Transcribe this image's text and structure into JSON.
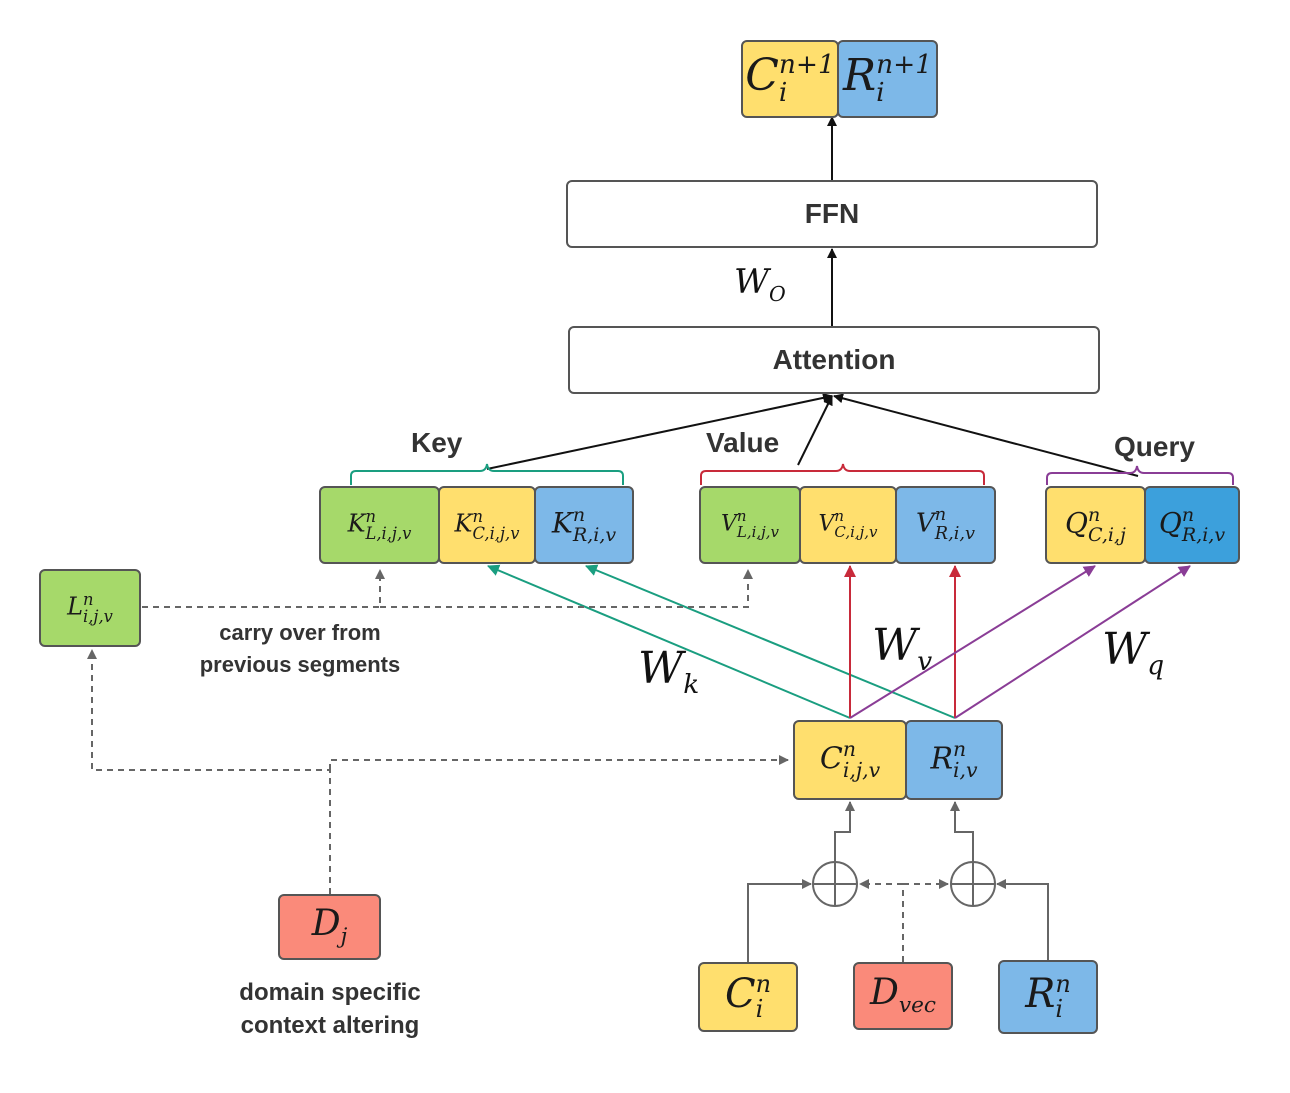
{
  "blocks": {
    "ffn": "FFN",
    "attention": "Attention"
  },
  "groups": {
    "key": "Key",
    "value": "Value",
    "query": "Query"
  },
  "annotations": {
    "carry_over_line1": "carry over from",
    "carry_over_line2": "previous  segments",
    "domain_line1": "domain specific",
    "domain_line2": "context altering"
  },
  "weights": {
    "wo": {
      "base": "W",
      "sub": "O"
    },
    "wk": {
      "base": "W",
      "sub": "k"
    },
    "wv": {
      "base": "W",
      "sub": "v"
    },
    "wq": {
      "base": "W",
      "sub": "q"
    }
  },
  "nodes": {
    "out_c": {
      "base": "C",
      "sub": "i",
      "sup": "n+1"
    },
    "out_r": {
      "base": "R",
      "sub": "i",
      "sup": "n+1"
    },
    "k_l": {
      "base": "K",
      "sub": "L,i,j,v",
      "sup": "n"
    },
    "k_c": {
      "base": "K",
      "sub": "C,i,j,v",
      "sup": "n"
    },
    "k_r": {
      "base": "K",
      "sub": "R,i,v",
      "sup": "n"
    },
    "v_l": {
      "base": "V",
      "sub": "L,i,j,v",
      "sup": "n"
    },
    "v_c": {
      "base": "V",
      "sub": "C,i,j,v",
      "sup": "n"
    },
    "v_r": {
      "base": "V",
      "sub": "R,i,v",
      "sup": "n"
    },
    "q_c": {
      "base": "Q",
      "sub": "C,i,j",
      "sup": "n"
    },
    "q_r": {
      "base": "Q",
      "sub": "R,i,v",
      "sup": "n"
    },
    "l": {
      "base": "L",
      "sub": "i,j,v",
      "sup": "n"
    },
    "c_mid": {
      "base": "C",
      "sub": "i,j,v",
      "sup": "n"
    },
    "r_mid": {
      "base": "R",
      "sub": "i,v",
      "sup": "n"
    },
    "d_j": {
      "base": "D",
      "sub": "j",
      "sup": ""
    },
    "c_in": {
      "base": "C",
      "sub": "i",
      "sup": "n"
    },
    "d_vec": {
      "base": "D",
      "sub": "vec",
      "sup": ""
    },
    "r_in": {
      "base": "R",
      "sub": "i",
      "sup": "n"
    }
  },
  "colors": {
    "green": "#a6d96a",
    "yellow": "#ffdf6e",
    "blue": "#7db8e8",
    "blue_dark": "#3ca0dc",
    "red": "#fa8a7a",
    "key_bracket": "#1a9e80",
    "value_bracket": "#c82a3a",
    "query_bracket": "#8a3d96"
  }
}
